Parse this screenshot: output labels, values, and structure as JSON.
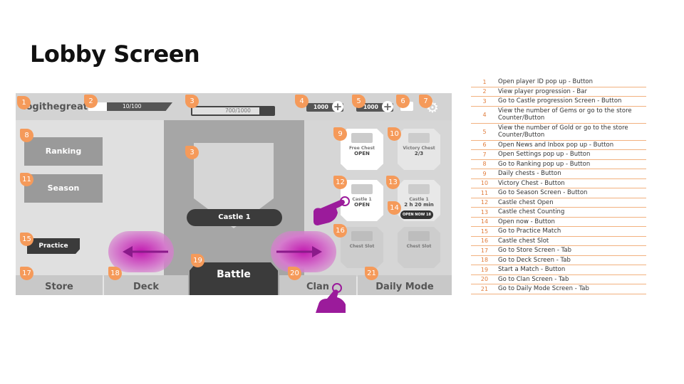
{
  "slide_title": "Lobby Screen",
  "mockup": {
    "player_name": "iogithegreat",
    "xp_text": "10/100",
    "xp_fraction": 0.1,
    "castle_progress_text": "700/1000",
    "castle_progress_fraction": 0.7,
    "gems_value": "1000",
    "gold_value": "1000",
    "plus_symbol": "+",
    "left_menu": {
      "ranking": "Ranking",
      "season": "Season",
      "practice": "Practice"
    },
    "center": {
      "castle_label": "Castle 1",
      "battle_label": "Battle"
    },
    "chests": {
      "free_chest_caption": "Free Chest",
      "free_chest_state": "OPEN",
      "victory_chest_caption": "Victory Chest",
      "victory_chest_count": "2/3",
      "castle_open_caption": "Castle 1",
      "castle_open_state": "OPEN",
      "castle_counting_caption": "Castle 1",
      "castle_counting_time": "2 h 20 min",
      "open_now_label": "OPEN NOW",
      "open_now_cost": "18",
      "slot_label_1": "Chest Slot",
      "slot_label_2": "Chest Slot"
    },
    "tabs": {
      "store": "Store",
      "deck": "Deck",
      "clan": "Clan",
      "daily_mode": "Daily Mode"
    },
    "badges": [
      "1",
      "2",
      "3",
      "3",
      "4",
      "5",
      "6",
      "7",
      "8",
      "9",
      "10",
      "11",
      "12",
      "13",
      "14",
      "15",
      "16",
      "17",
      "18",
      "19",
      "20",
      "21"
    ],
    "colors": {
      "badge": "#f59a5a",
      "highlight": "#c21ab0",
      "dark_button": "#3b3b3b"
    },
    "icons": [
      "heart-icon",
      "plus-icon",
      "mail-icon",
      "gear-icon",
      "left-arrow-icon",
      "right-arrow-icon",
      "pointing-hand-icon"
    ]
  },
  "legend": [
    {
      "num": "1",
      "desc": "Open player ID pop up - Button"
    },
    {
      "num": "2",
      "desc": "View player progression - Bar"
    },
    {
      "num": "3",
      "desc": "Go to Castle progression Screen - Button"
    },
    {
      "num": "4",
      "desc": "View the number of Gems or go to the store Counter/Button"
    },
    {
      "num": "5",
      "desc": "View the number of Gold or go to the store Counter/Button"
    },
    {
      "num": "6",
      "desc": "Open News and Inbox pop up - Button"
    },
    {
      "num": "7",
      "desc": "Open Settings pop up - Button"
    },
    {
      "num": "8",
      "desc": "Go to Ranking pop up - Button"
    },
    {
      "num": "9",
      "desc": "Daily chests - Button"
    },
    {
      "num": "10",
      "desc": "Victory Chest - Button"
    },
    {
      "num": "11",
      "desc": "Go to Season Screen - Button"
    },
    {
      "num": "12",
      "desc": "Castle chest Open"
    },
    {
      "num": "13",
      "desc": "Castle chest Counting"
    },
    {
      "num": "14",
      "desc": "Open now - Button"
    },
    {
      "num": "15",
      "desc": "Go to Practice Match"
    },
    {
      "num": "16",
      "desc": "Castle chest Slot"
    },
    {
      "num": "17",
      "desc": "Go to Store Screen - Tab"
    },
    {
      "num": "18",
      "desc": "Go to Deck Screen - Tab"
    },
    {
      "num": "19",
      "desc": "Start a Match - Button"
    },
    {
      "num": "20",
      "desc": "Go to Clan Screen - Tab"
    },
    {
      "num": "21",
      "desc": "Go to Daily Mode Screen - Tab"
    }
  ]
}
